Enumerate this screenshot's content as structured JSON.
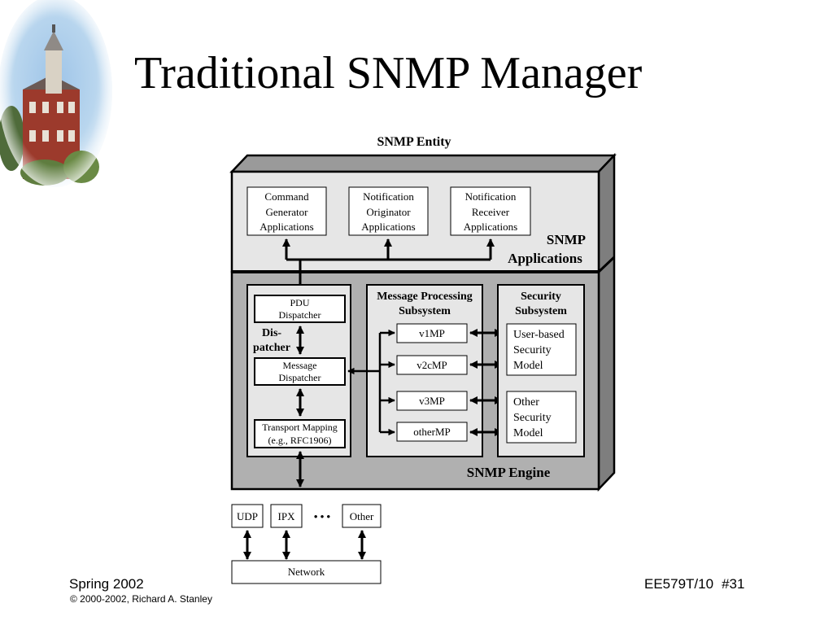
{
  "slide": {
    "title": "Traditional SNMP Manager",
    "footer_left": "Spring 2002",
    "footer_copyright": "© 2000-2002, Richard A. Stanley",
    "footer_course": "EE579T/10",
    "footer_page": "#31"
  },
  "diagram": {
    "entity_label": "SNMP Entity",
    "applications": {
      "label_line1": "SNMP",
      "label_line2": "Applications",
      "boxes": [
        {
          "lines": [
            "Command",
            "Generator",
            "Applications"
          ]
        },
        {
          "lines": [
            "Notification",
            "Originator",
            "Applications"
          ]
        },
        {
          "lines": [
            "Notification",
            "Receiver",
            "Applications"
          ]
        }
      ]
    },
    "engine": {
      "label": "SNMP Engine",
      "dispatcher": {
        "label_line1": "Dis-",
        "label_line2": "patcher",
        "pdu": [
          "PDU",
          "Dispatcher"
        ],
        "message": [
          "Message",
          "Dispatcher"
        ],
        "transport": [
          "Transport Mapping",
          "(e.g., RFC1906)"
        ]
      },
      "message_processing": {
        "title_line1": "Message Processing",
        "title_line2": "Subsystem",
        "models": [
          "v1MP",
          "v2cMP",
          "v3MP",
          "otherMP"
        ]
      },
      "security": {
        "title_line1": "Security",
        "title_line2": "Subsystem",
        "user_based": [
          "User-based",
          "Security",
          "Model"
        ],
        "other": [
          "Other",
          "Security",
          "Model"
        ]
      }
    },
    "transports": [
      "UDP",
      "IPX",
      "• • •",
      "Other"
    ],
    "network": "Network"
  }
}
